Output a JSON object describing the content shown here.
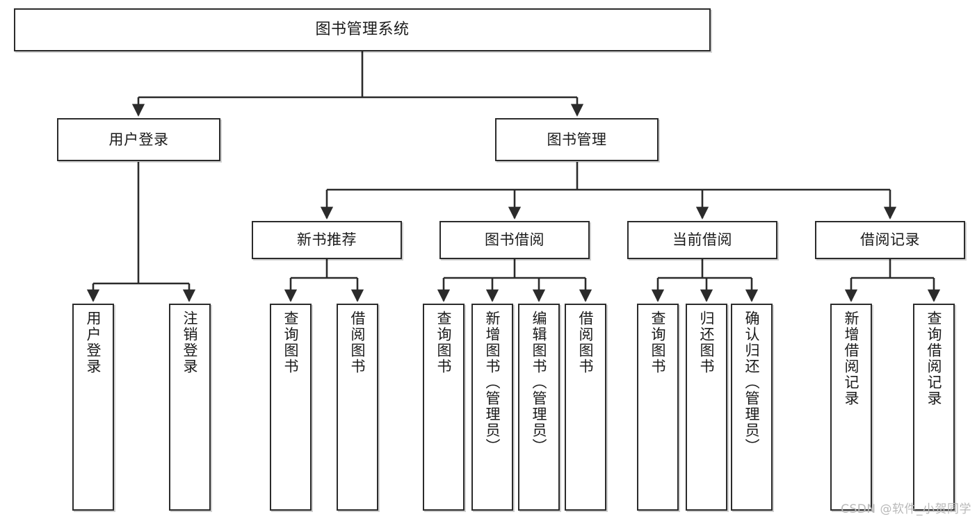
{
  "diagram": {
    "type": "tree-hierarchy",
    "title": "图书管理系统",
    "watermark": "CSDN @软件_小贺同学",
    "colors": {
      "box_border": "#2b2b2b",
      "box_fill": "#ffffff",
      "connector": "#2b2b2b",
      "text": "#1a1a1a",
      "watermark": "#b9b9b9",
      "background": "#ffffff"
    }
  },
  "nodes": {
    "root": {
      "label": "图书管理系统",
      "level": 1
    },
    "level2": [
      {
        "id": "user-login",
        "label": "用户登录"
      },
      {
        "id": "book-management",
        "label": "图书管理"
      }
    ],
    "level3": [
      {
        "id": "new-book-recommend",
        "label": "新书推荐",
        "parent": "book-management"
      },
      {
        "id": "book-borrow",
        "label": "图书借阅",
        "parent": "book-management"
      },
      {
        "id": "current-borrow",
        "label": "当前借阅",
        "parent": "book-management"
      },
      {
        "id": "borrow-record",
        "label": "借阅记录",
        "parent": "book-management"
      }
    ],
    "leaves": [
      {
        "id": "leaf-user-login",
        "label": "用户登录",
        "parent": "user-login"
      },
      {
        "id": "leaf-logout-login",
        "label": "注销登录",
        "parent": "user-login"
      },
      {
        "id": "leaf-query-book-1",
        "label": "查询图书",
        "parent": "new-book-recommend"
      },
      {
        "id": "leaf-borrow-book-1",
        "label": "借阅图书",
        "parent": "new-book-recommend"
      },
      {
        "id": "leaf-query-book-2",
        "label": "查询图书",
        "parent": "book-borrow"
      },
      {
        "id": "leaf-add-book",
        "label": "新增图书（管理员）",
        "parent": "book-borrow"
      },
      {
        "id": "leaf-edit-book",
        "label": "编辑图书（管理员）",
        "parent": "book-borrow"
      },
      {
        "id": "leaf-borrow-book-2",
        "label": "借阅图书",
        "parent": "book-borrow"
      },
      {
        "id": "leaf-query-book-3",
        "label": "查询图书",
        "parent": "current-borrow"
      },
      {
        "id": "leaf-return-book",
        "label": "归还图书",
        "parent": "current-borrow"
      },
      {
        "id": "leaf-confirm-return",
        "label": "确认归还（管理员）",
        "parent": "current-borrow"
      },
      {
        "id": "leaf-add-record",
        "label": "新增借阅记录",
        "parent": "borrow-record"
      },
      {
        "id": "leaf-query-record",
        "label": "查询借阅记录",
        "parent": "borrow-record"
      }
    ]
  }
}
